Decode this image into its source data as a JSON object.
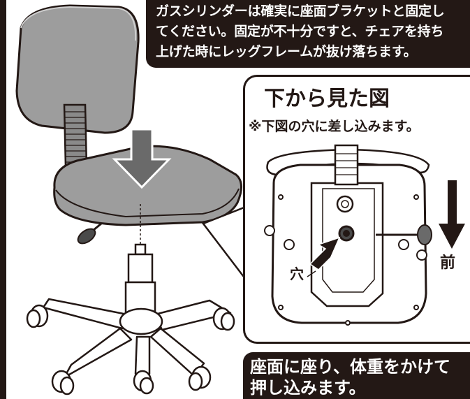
{
  "notes": {
    "top": [
      "ガスシリンダーは確実に座面ブラケットと固定し",
      "てください。固定が不十分ですと、チェアを持ち",
      "上げた時にレッグフレームが抜け落ちます。"
    ],
    "bottom": [
      "座面に座り、体重をかけて",
      "押し込みます。"
    ]
  },
  "panel": {
    "title": "下から見た図",
    "subtitle": "※下図の穴に差し込みます。",
    "hole_label": "穴",
    "front_label": "前"
  },
  "colors": {
    "ink": "#231815",
    "seat": "#9d9d9d",
    "arrow": "#6a6a6a"
  }
}
